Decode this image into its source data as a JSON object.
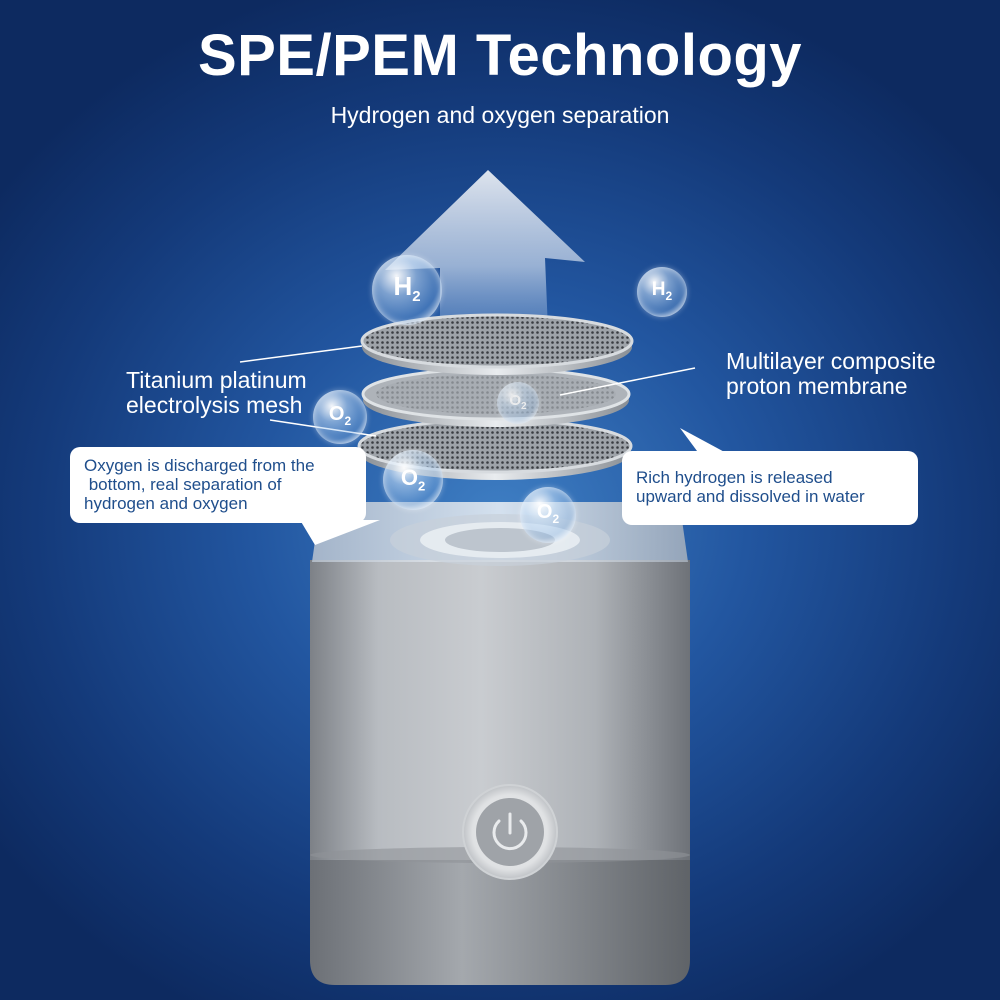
{
  "title": "SPE/PEM Technology",
  "subtitle": "Hydrogen and oxygen separation",
  "labels": {
    "titanium_line1": "Titanium platinum",
    "titanium_line2": "electrolysis mesh",
    "membrane_line1": "Multilayer composite",
    "membrane_line2": "proton membrane"
  },
  "callouts": {
    "oxygen": [
      "Oxygen is discharged from the",
      " bottom, real separation of",
      "hydrogen and oxygen"
    ],
    "hydrogen": [
      "Rich hydrogen is released",
      "upward and dissolved in water"
    ]
  },
  "molecules": {
    "h2": "H",
    "o2": "O",
    "subscript": "2"
  },
  "icons": [
    "up-arrow-icon",
    "power-icon"
  ],
  "colors": {
    "background": "#1e4f99",
    "text_white": "#ffffff",
    "callout_text": "#1f4e8c",
    "device_silver": "#a9adb3"
  }
}
